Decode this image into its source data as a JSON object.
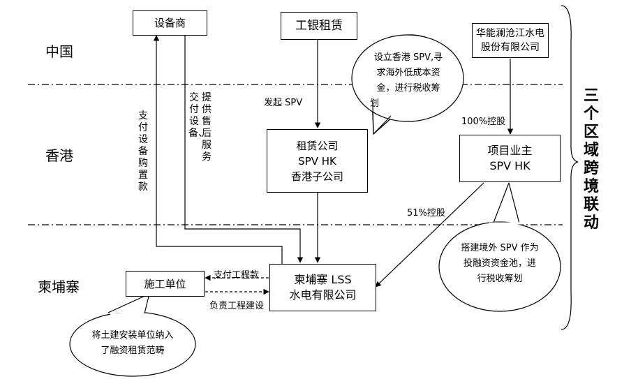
{
  "regions": {
    "china": "中国",
    "hongkong": "香港",
    "cambodia": "柬埔寨"
  },
  "boxes": {
    "equipment": "设备商",
    "icbc": "工银租赁",
    "huaneng": [
      "华能澜沧江水电",
      "股份有限公司"
    ],
    "leasing": [
      "租赁公司",
      "SPV HK",
      "香港子公司"
    ],
    "owner": [
      "项目业主",
      "SPV HK"
    ],
    "lss": [
      "柬埔寨 LSS",
      "水电有限公司"
    ],
    "construction": "施工单位"
  },
  "labels": {
    "initiate_spv": "发起 SPV",
    "pay_equipment": "支付设备购置款",
    "deliver_equipment_1": "交付设备、",
    "deliver_equipment_2": "提供售后服务",
    "holding_100": "100%控股",
    "holding_51": "51%控股",
    "pay_construction": "支付工程款",
    "responsible_construction": "负责工程建设"
  },
  "bubbles": {
    "hk_spv": [
      "设立香港 SPV,寻",
      "求海外低成本资",
      "金，进行税收筹",
      "划"
    ],
    "overseas_spv": [
      "搭建境外 SPV 作为",
      "投融资资金池，进",
      "行税收筹划"
    ],
    "civil": [
      "将土建安装单位纳入",
      "了融资租赁范畴"
    ]
  },
  "side_label": "三个区域跨境联动"
}
